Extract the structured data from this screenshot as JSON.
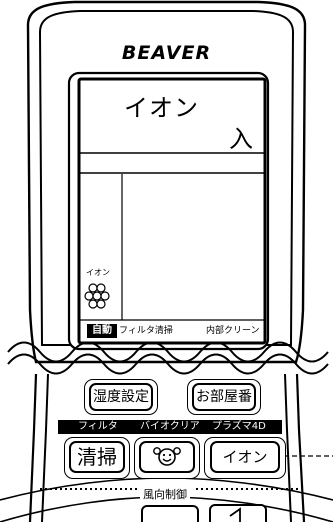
{
  "brand": "BEAVER",
  "lcd": {
    "mode_text": "イオン",
    "status_text": "入",
    "ion_label": "イオン",
    "auto_badge": "自動",
    "filter_clean": "フィルタ清掃",
    "inner_clean": "内部クリーン"
  },
  "buttons": {
    "humidity": "湿度設定",
    "room_guard": "お部屋番",
    "clean": "清掃",
    "ion": "イオン"
  },
  "labels": {
    "filter": "フィルタ",
    "bio_clear": "バイオクリア",
    "plasma": "プラズマ4D",
    "wind_direction": "風向制御"
  },
  "colors": {
    "body": "#ffffff",
    "band": "#000000",
    "ink": "#000000"
  },
  "icons": {
    "clean_face": "smiley-face-icon",
    "ion_cluster": "ion-cluster-icon"
  }
}
